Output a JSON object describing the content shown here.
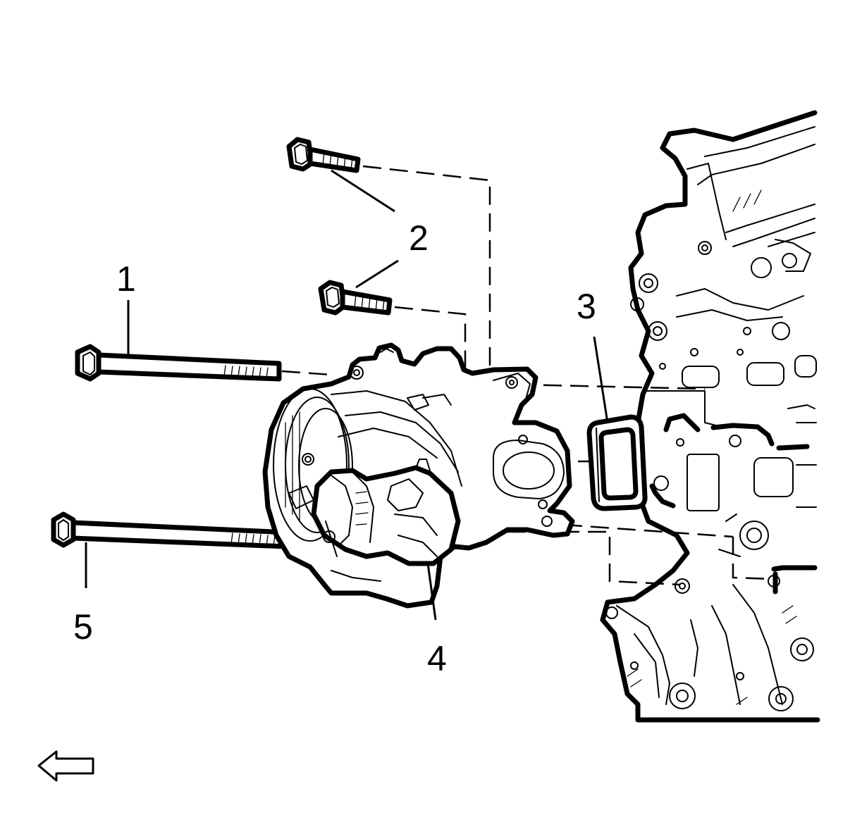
{
  "callouts": {
    "c1": "1",
    "c2": "2",
    "c3": "3",
    "c4": "4",
    "c5": "5"
  },
  "icons": {
    "orientation_arrow": "arrow-left-icon"
  },
  "colors": {
    "ink": "#000000",
    "paper": "#ffffff"
  }
}
